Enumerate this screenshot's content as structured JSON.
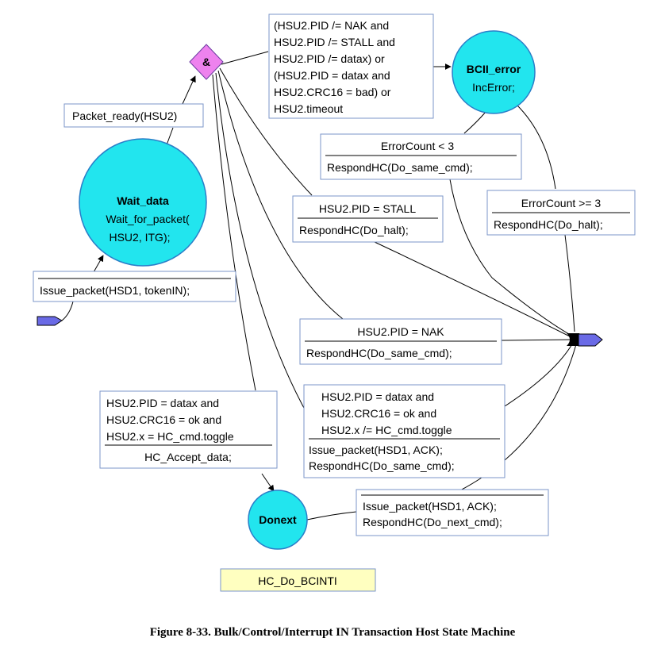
{
  "states": {
    "wait_data": {
      "name": "Wait_data",
      "action": [
        "Wait_for_packet(",
        "HSU2, ITG);"
      ]
    },
    "bcii_error": {
      "name": "BCII_error",
      "action": [
        "IncError;"
      ]
    },
    "donext": {
      "name": "Donext"
    }
  },
  "junction": {
    "symbol": "&"
  },
  "transitions": {
    "packet_ready": [
      "Packet_ready(HSU2)"
    ],
    "error_condition": [
      "(HSU2.PID /= NAK and",
      "HSU2.PID /= STALL and",
      "HSU2.PID /= datax) or",
      "(HSU2.PID = datax and",
      "HSU2.CRC16 = bad) or",
      "HSU2.timeout"
    ],
    "error_lt3": {
      "condition": "ErrorCount < 3",
      "action": [
        "RespondHC(Do_same_cmd);"
      ]
    },
    "error_ge3": {
      "condition": "ErrorCount >= 3",
      "action": [
        "RespondHC(Do_halt);"
      ]
    },
    "stall": {
      "condition": "HSU2.PID = STALL",
      "action": [
        "RespondHC(Do_halt);"
      ]
    },
    "nak": {
      "condition": "HSU2.PID = NAK",
      "action": [
        "RespondHC(Do_same_cmd);"
      ]
    },
    "issue_token": {
      "condition": "",
      "action": [
        "Issue_packet(HSD1, tokenIN);"
      ]
    },
    "data_toggle_ne": {
      "condition": [
        "HSU2.PID = datax and",
        "HSU2.CRC16 = ok and",
        "HSU2.x /= HC_cmd.toggle"
      ],
      "action": [
        "Issue_packet(HSD1, ACK);",
        "RespondHC(Do_same_cmd);"
      ]
    },
    "data_toggle_eq": {
      "condition": [
        "HSU2.PID = datax and",
        "HSU2.CRC16 = ok and",
        "HSU2.x = HC_cmd.toggle"
      ],
      "action": [
        "HC_Accept_data;"
      ]
    },
    "donext_exit": {
      "condition": "",
      "action": [
        "Issue_packet(HSD1, ACK);",
        "RespondHC(Do_next_cmd);"
      ]
    }
  },
  "machine_name": "HC_Do_BCINTI",
  "caption": "Figure 8-33.  Bulk/Control/Interrupt IN Transaction Host State Machine",
  "colors": {
    "state_fill": "#22e5ee",
    "junction_fill": "#ee82ee",
    "connector_fill": "#6a6ae6",
    "name_box_fill": "#ffffc0",
    "box_border": "#7b96c8"
  }
}
